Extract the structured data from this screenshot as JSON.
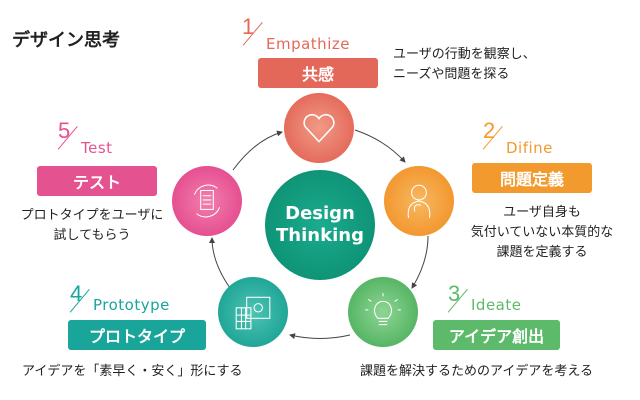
{
  "title": "デザイン思考",
  "center": {
    "line1": "Design",
    "line2": "Thinking"
  },
  "steps": [
    {
      "num": "1",
      "en": "Empathize",
      "jp": "共感",
      "desc": [
        "ユーザの行動を観察し、",
        "ニーズや問題を探る"
      ],
      "color": "#e4685a",
      "icon": "heart-icon"
    },
    {
      "num": "2",
      "en": "Difine",
      "jp": "問題定義",
      "desc": [
        "ユーザ自身も",
        "気付いていない本質的な",
        "課題を定義する"
      ],
      "color": "#f29a2e",
      "icon": "thinking-person-icon"
    },
    {
      "num": "3",
      "en": "Ideate",
      "jp": "アイデア創出",
      "desc": [
        "課題を解決するためのアイデアを考える"
      ],
      "color": "#5dba6a",
      "icon": "lightbulb-icon"
    },
    {
      "num": "4",
      "en": "Prototype",
      "jp": "プロトタイプ",
      "desc": [
        "アイデアを「素早く・安く」形にする"
      ],
      "color": "#1aa59b",
      "icon": "calculator-safe-icon"
    },
    {
      "num": "5",
      "en": "Test",
      "jp": "テスト",
      "desc": [
        "プロトタイプをユーザに",
        "試してもらう"
      ],
      "color": "#e45390",
      "icon": "document-cycle-icon"
    }
  ]
}
